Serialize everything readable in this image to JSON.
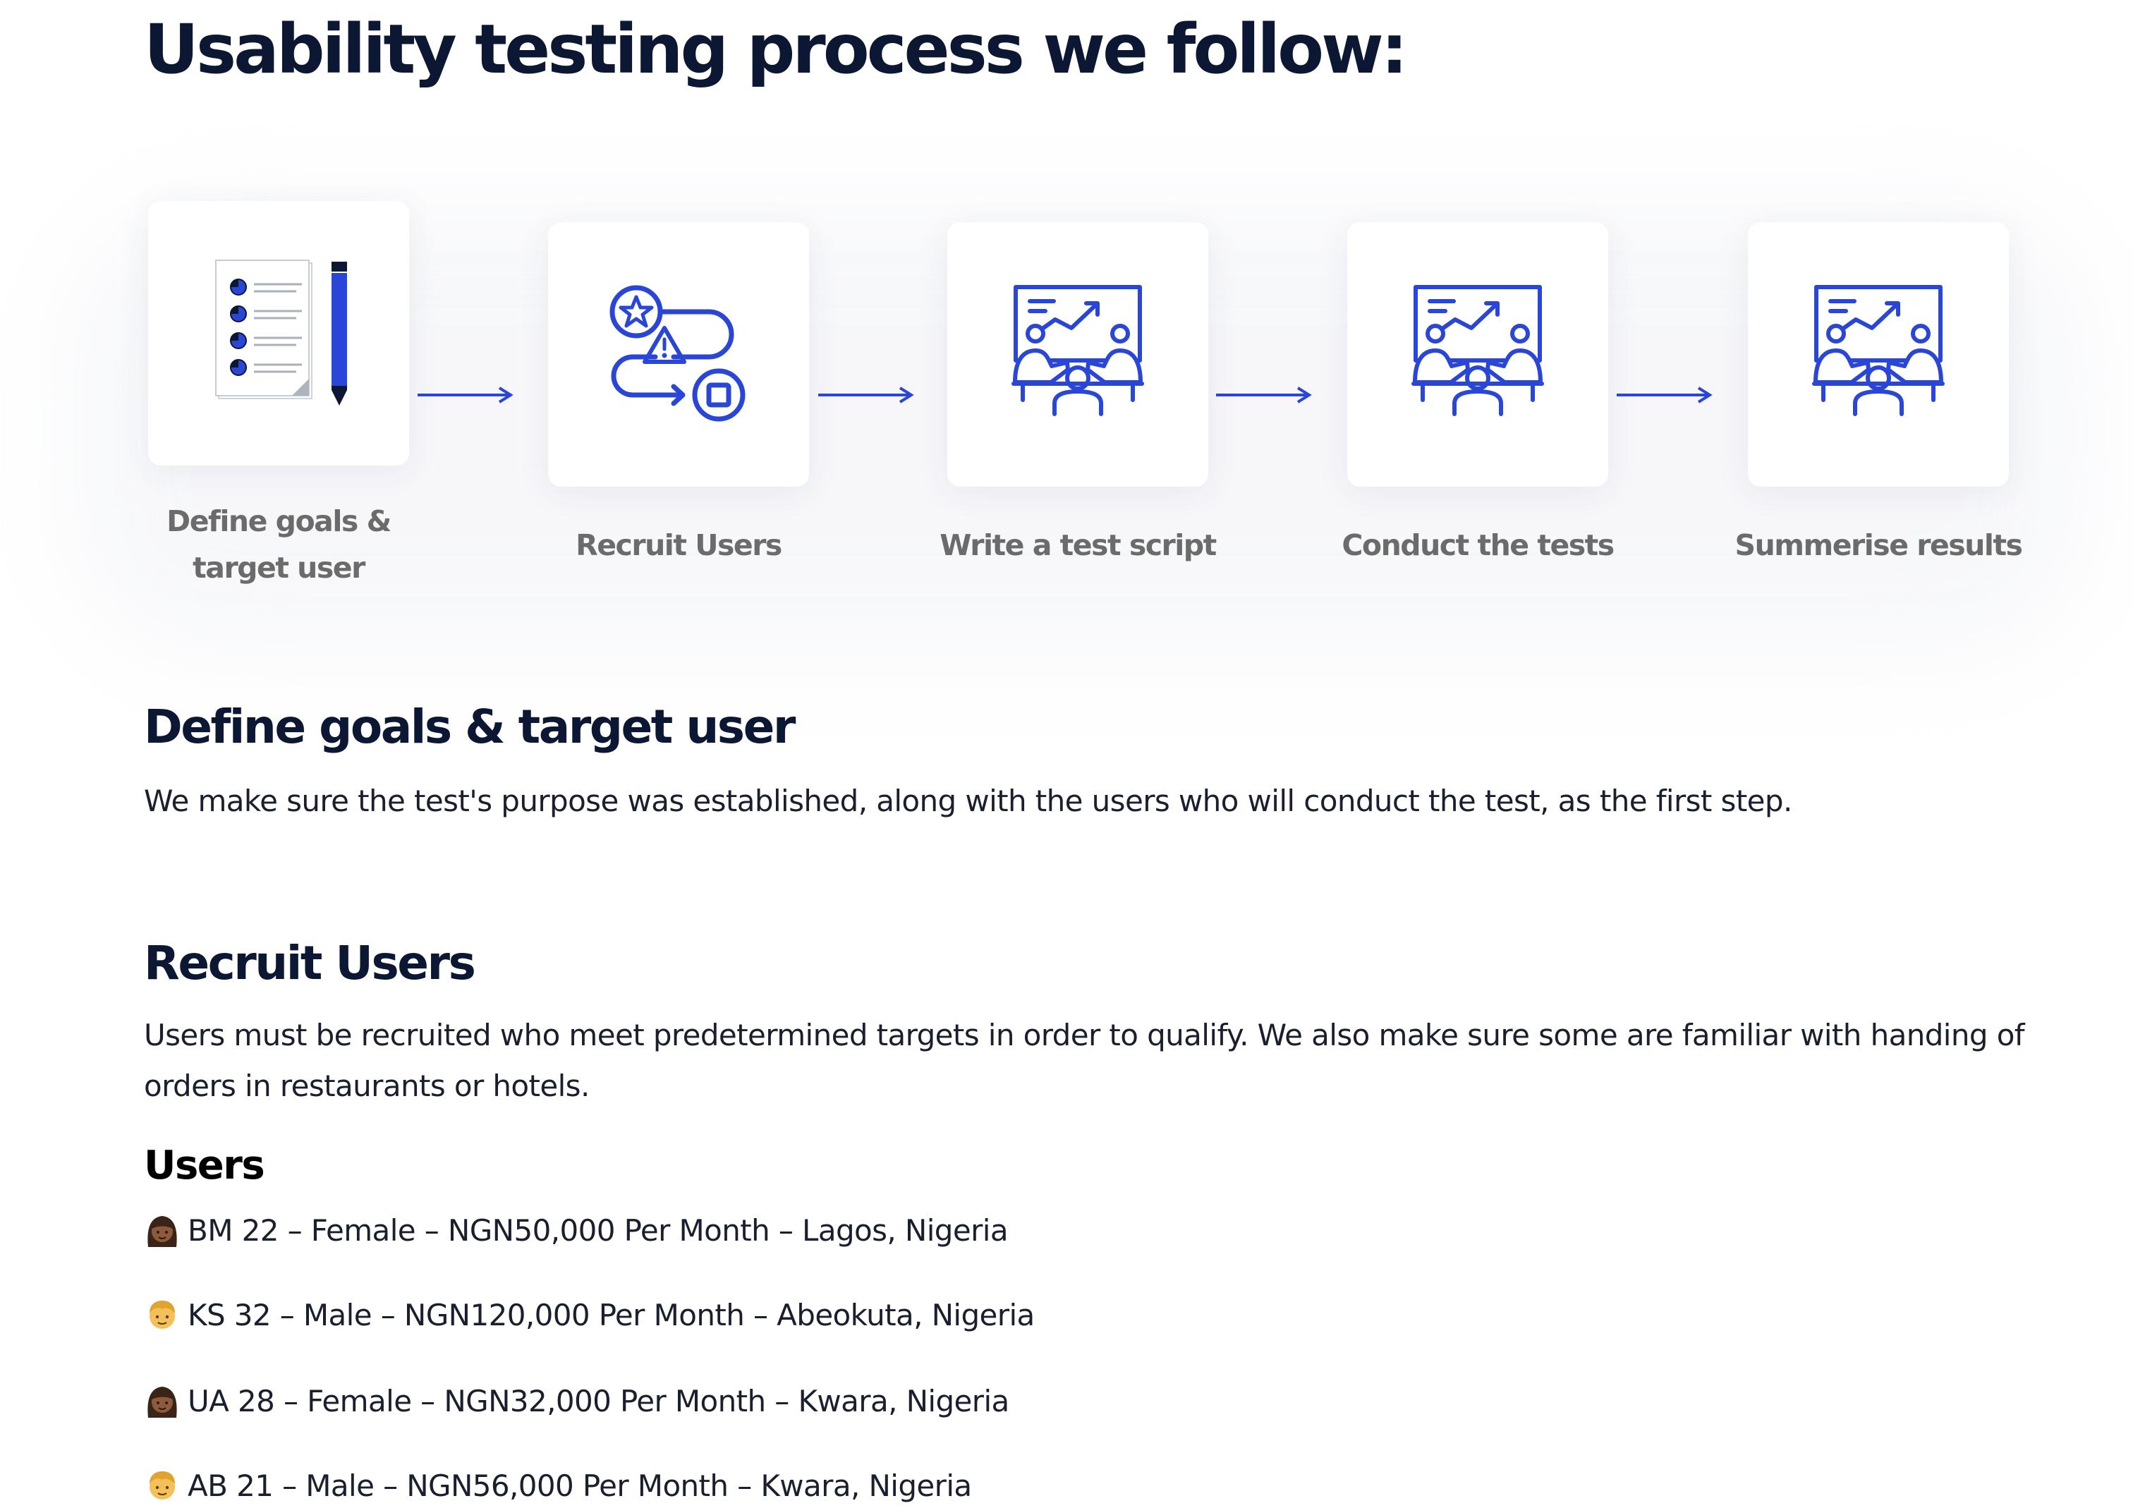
{
  "header": {
    "title": "Usability testing process we follow:"
  },
  "process": {
    "steps": [
      {
        "label": "Define goals & target user",
        "icon": "checklist-pencil-icon"
      },
      {
        "label": "Recruit Users",
        "icon": "user-journey-icon"
      },
      {
        "label": "Write a test script",
        "icon": "presentation-meeting-icon"
      },
      {
        "label": "Conduct the tests",
        "icon": "presentation-meeting-icon"
      },
      {
        "label": "Summerise results",
        "icon": "presentation-meeting-icon"
      }
    ],
    "connector_icon": "arrow-right-icon"
  },
  "sections": {
    "define": {
      "title": "Define goals & target user",
      "text": "We make sure the test's purpose was established, along with the users who will conduct the test, as the first step."
    },
    "recruit": {
      "title": "Recruit Users",
      "text": "Users must be recruited who meet predetermined targets in order to qualify. We also make sure some are familiar with handing of orders in restaurants or hotels."
    }
  },
  "users": {
    "heading": "Users",
    "list": [
      {
        "icon": "woman-emoji",
        "text": "BM 22 – Female – NGN50,000 Per Month – Lagos, Nigeria"
      },
      {
        "icon": "man-emoji",
        "text": "KS 32 – Male – NGN120,000 Per Month – Abeokuta, Nigeria"
      },
      {
        "icon": "woman-emoji",
        "text": "UA 28 – Female – NGN32,000 Per Month – Kwara, Nigeria"
      },
      {
        "icon": "man-emoji",
        "text": "AB 21 – Male – NGN56,000 Per Month – Kwara, Nigeria"
      }
    ]
  },
  "colors": {
    "accent_blue": "#2a46d6",
    "heading_navy": "#0b1733",
    "step_label_gray": "#6b6b6b"
  }
}
